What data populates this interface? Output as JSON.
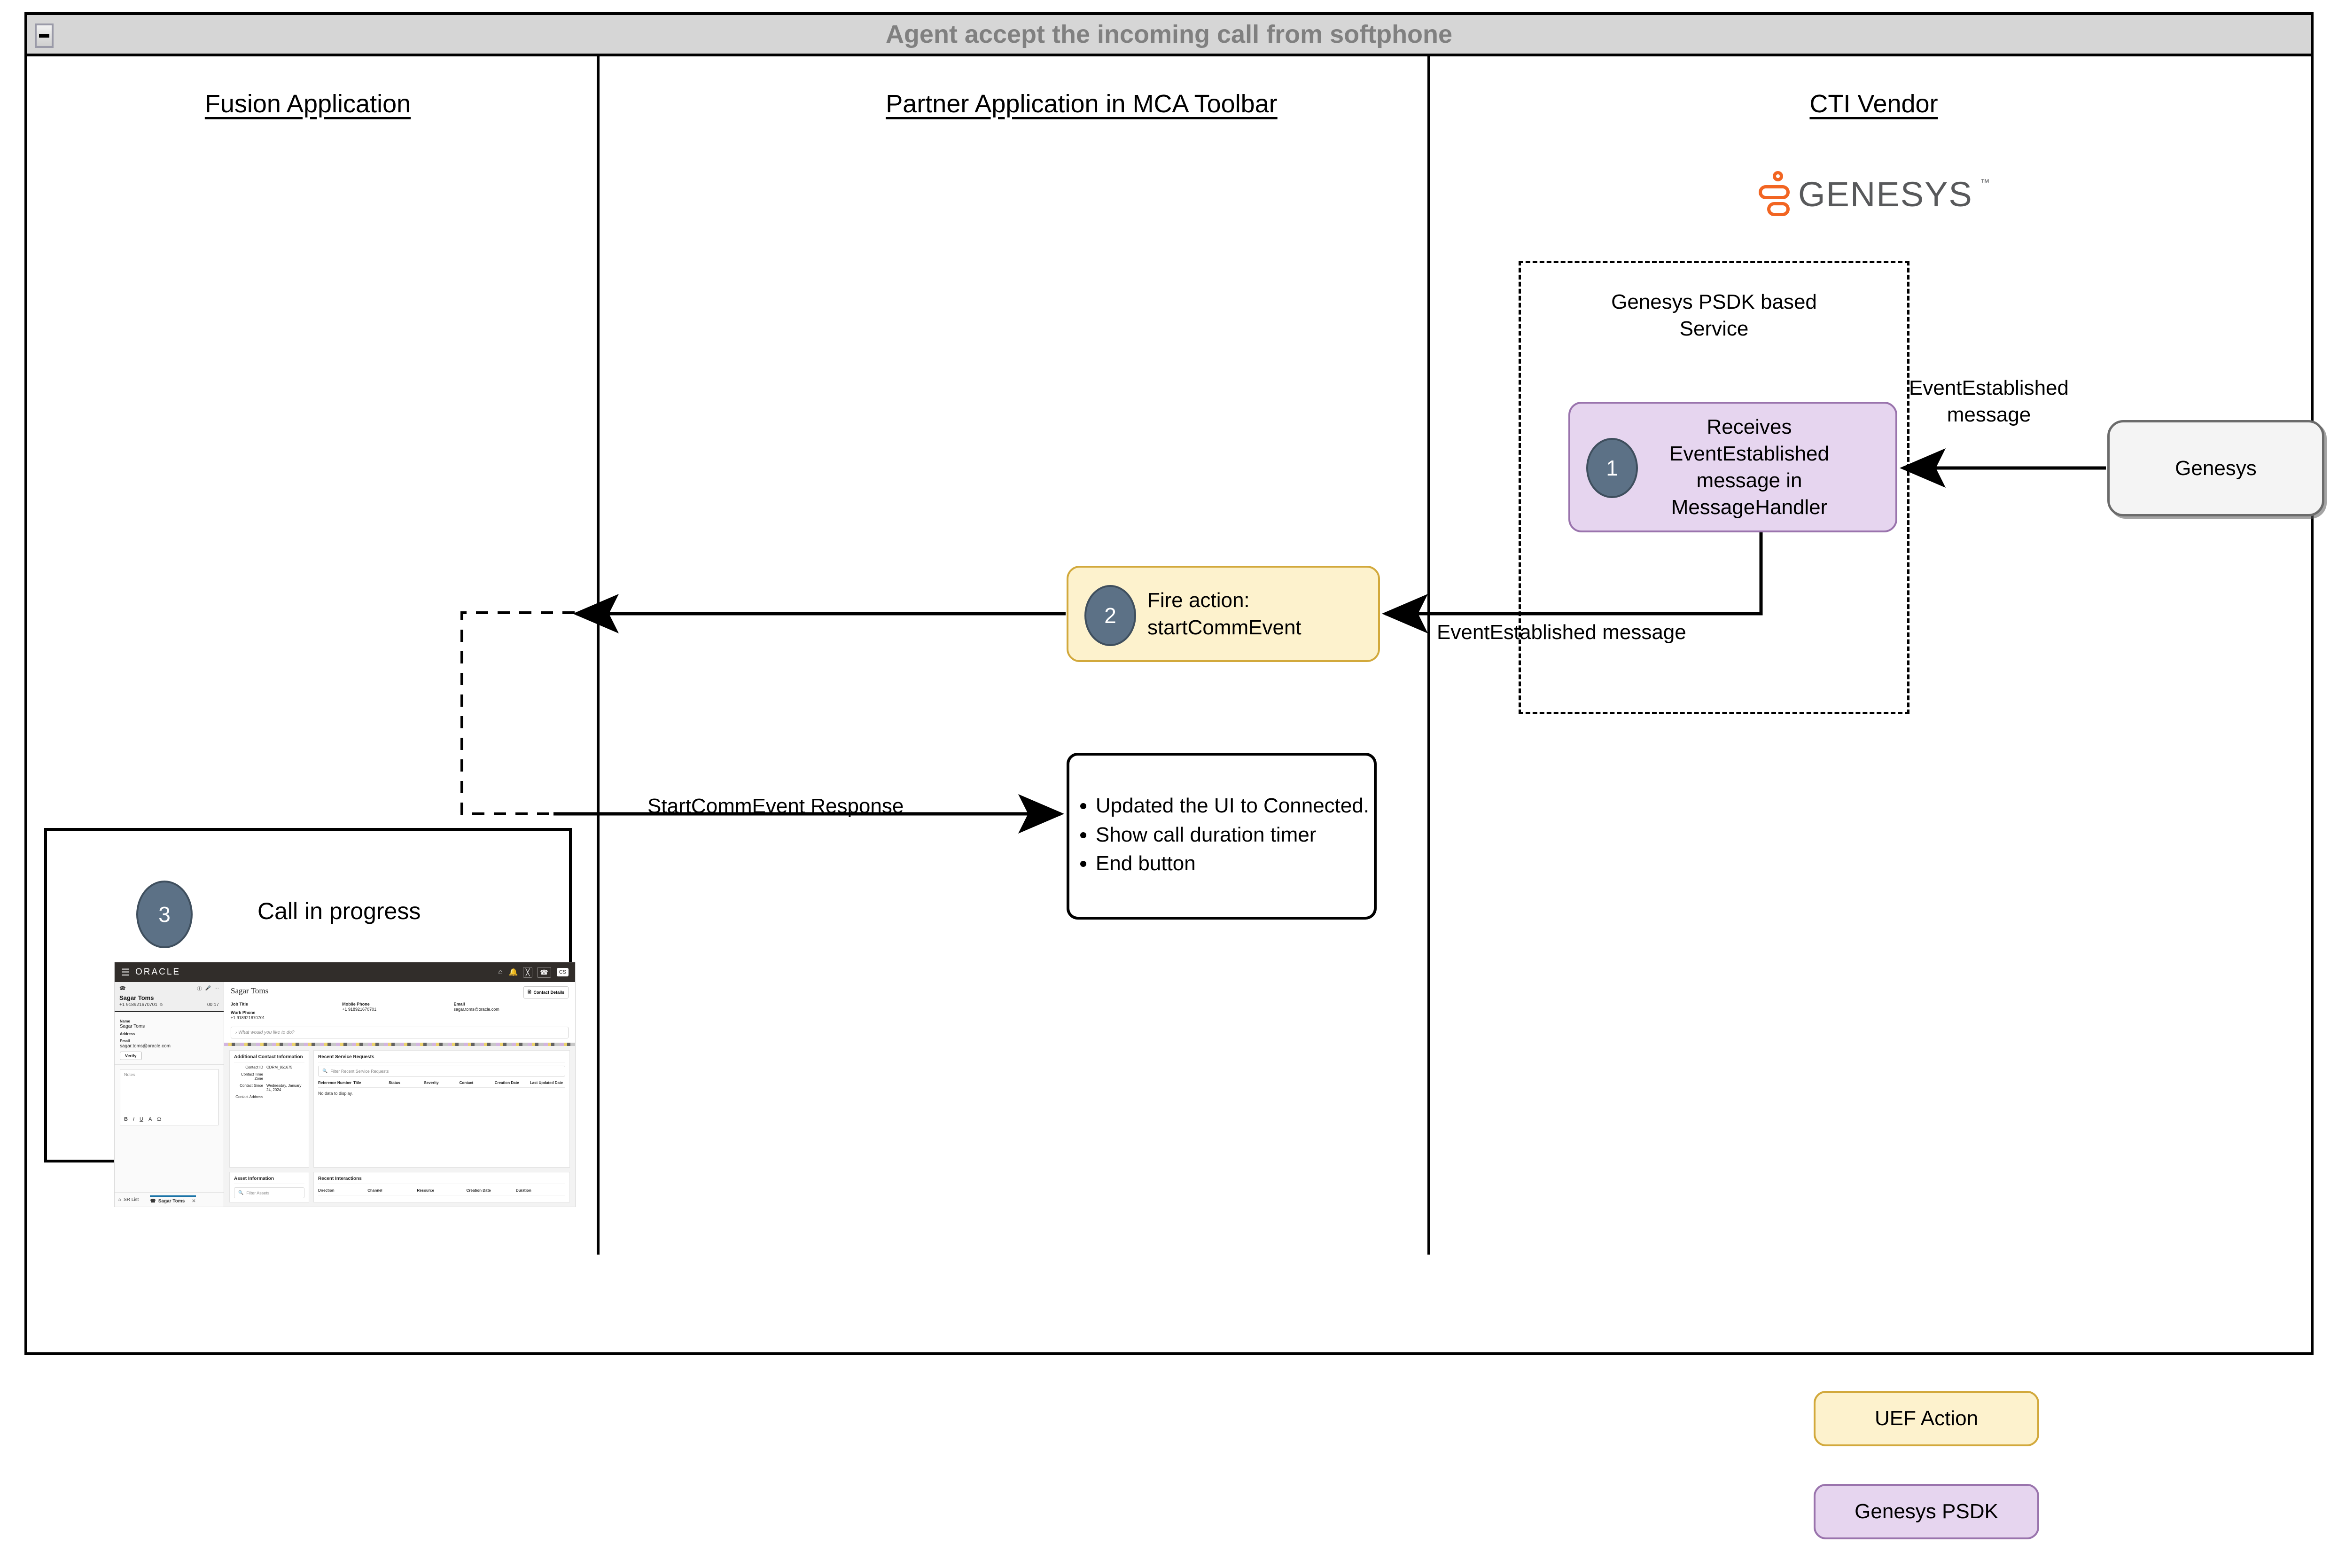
{
  "window": {
    "title": "Agent accept the incoming call from softphone",
    "minimize_icon": "minimize-icon"
  },
  "lanes": [
    {
      "id": "fusion",
      "label": "Fusion Application"
    },
    {
      "id": "partner",
      "label": "Partner Application in MCA Toolbar"
    },
    {
      "id": "cti",
      "label": "CTI Vendor"
    }
  ],
  "genesys_logo": {
    "word": "GENESYS",
    "tm": "™"
  },
  "dashed_group": {
    "label": "Genesys PSDK based\nService"
  },
  "nodes": {
    "step1": {
      "badge": "1",
      "text": "Receives\nEventEstablished\nmessage in\nMessageHandler"
    },
    "step2": {
      "badge": "2",
      "text": "Fire action:\nstartCommEvent"
    },
    "step3": {
      "badge": "3",
      "text": "Call in progress"
    },
    "genesys_box": {
      "text": "Genesys"
    },
    "ui_updates": {
      "bullets": [
        "Updated the UI to Connected.",
        "Show call duration timer",
        "End button"
      ]
    }
  },
  "edge_labels": {
    "genesys_to_psdk": "EventEstablished\nmessage",
    "psdk_to_partner": "EventEstablished message",
    "start_comm_response": "StartCommEvent Response"
  },
  "legend": [
    {
      "key": "uef",
      "label": "UEF Action",
      "fill": "#fdf2cd",
      "stroke": "#d2a93c"
    },
    {
      "key": "psdk",
      "label": "Genesys PSDK",
      "fill": "#e6d5ef",
      "stroke": "#9a74ad"
    }
  ],
  "colors": {
    "title_text": "#808080",
    "titlebar_bg": "#d6d6d6",
    "badge_fill": "#5c7186",
    "purple_fill": "#e6d5ef",
    "purple_stroke": "#9a74ad",
    "yellow_fill": "#fdf2cd",
    "yellow_stroke": "#d2a93c",
    "genesys_orange": "#f26522",
    "genesys_gray": "#58595b"
  },
  "screenshot": {
    "topbar": {
      "brand": "ORACLE",
      "avatar": "CS",
      "icons": [
        "menu-icon",
        "home-icon",
        "bell-icon",
        "user-transfer-icon",
        "phone-icon"
      ]
    },
    "call_panel": {
      "name": "Sagar Toms",
      "phone": "+1 918921670701",
      "timer": "00:17",
      "icons": [
        "phone-icon",
        "info-icon",
        "mic-icon",
        "more-icon",
        "person-icon"
      ]
    },
    "left_fields": [
      {
        "k": "Name",
        "v": "Sagar Toms"
      },
      {
        "k": "Address",
        "v": ""
      },
      {
        "k": "Email",
        "v": "sagar.toms@oracle.com"
      }
    ],
    "verify_button": "Verify",
    "notes": {
      "placeholder": "Notes",
      "tools": [
        "B",
        "I",
        "U",
        "A",
        "Ω"
      ]
    },
    "left_tabs": [
      {
        "label": "SR List",
        "selected": false
      },
      {
        "label": "Sagar Toms",
        "selected": true
      }
    ],
    "contact": {
      "title": "Sagar Toms",
      "details_button": "Contact Details",
      "fields": [
        {
          "k": "Job Title",
          "v": ""
        },
        {
          "k": "Mobile Phone",
          "v": "+1 918921670701"
        },
        {
          "k": "Email",
          "v": "sagar.toms@oracle.com"
        },
        {
          "k": "Work Phone",
          "v": "+1 918921670701"
        }
      ],
      "ask_placeholder": "What would you like to do?"
    },
    "additional_contact_information": {
      "title": "Additional Contact Information",
      "rows": [
        {
          "k": "Contact ID",
          "v": "CDRM_951675"
        },
        {
          "k": "Contact Time Zone",
          "v": ""
        },
        {
          "k": "Contact Since",
          "v": "Wednesday, January 24, 2024"
        },
        {
          "k": "Contact Address",
          "v": ""
        }
      ]
    },
    "recent_service_requests": {
      "title": "Recent Service Requests",
      "filter_placeholder": "Filter Recent Service Requests",
      "columns": [
        "Reference Number",
        "Title",
        "Status",
        "Severity",
        "Contact",
        "Creation Date",
        "Last Updated Date"
      ],
      "empty": "No data to display."
    },
    "asset_information": {
      "title": "Asset Information",
      "filter_placeholder": "Filter Assets"
    },
    "recent_interactions": {
      "title": "Recent Interactions",
      "columns": [
        "Direction",
        "Channel",
        "Resource",
        "Creation Date",
        "Duration"
      ]
    }
  }
}
